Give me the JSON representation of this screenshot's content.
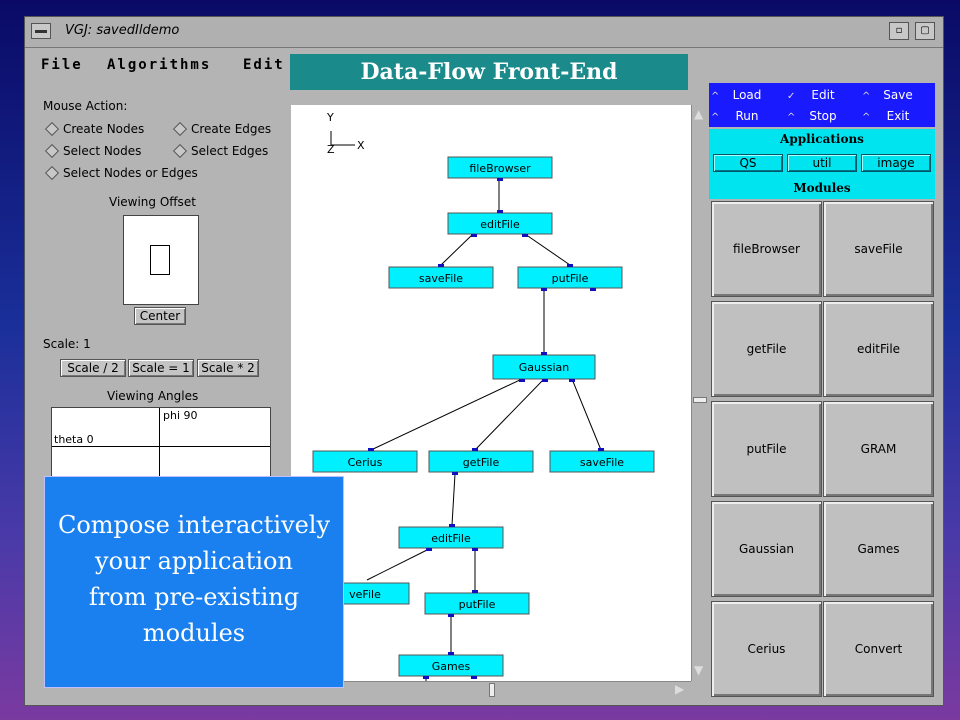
{
  "window": {
    "title": "VGJ:  savedIldemo"
  },
  "menubar": {
    "items": [
      "File",
      "Algorithms",
      "Edit"
    ]
  },
  "left_panel": {
    "mouse_action_label": "Mouse Action:",
    "options": [
      {
        "label": "Create Nodes"
      },
      {
        "label": "Create Edges"
      },
      {
        "label": "Select Nodes"
      },
      {
        "label": "Select Edges"
      },
      {
        "label": "Select Nodes or Edges"
      }
    ],
    "viewing_offset_label": "Viewing Offset",
    "center_button": "Center",
    "scale_label": "Scale: 1",
    "scale_buttons": [
      "Scale / 2",
      "Scale = 1",
      "Scale * 2"
    ],
    "viewing_angles_label": "Viewing Angles",
    "phi_label": "phi 90",
    "theta_label": "theta 0"
  },
  "canvas": {
    "axes": {
      "y": "Y",
      "x": "X",
      "z": "Z"
    },
    "nodes": [
      {
        "label": "fileBrowser"
      },
      {
        "label": "editFile"
      },
      {
        "label": "saveFile"
      },
      {
        "label": "putFile"
      },
      {
        "label": "Gaussian"
      },
      {
        "label": "Cerius"
      },
      {
        "label": "getFile"
      },
      {
        "label": "saveFile"
      },
      {
        "label": "editFile"
      },
      {
        "label": "veFile"
      },
      {
        "label": "putFile"
      },
      {
        "label": "Games"
      }
    ]
  },
  "right_panel": {
    "controls": [
      "Load",
      "Edit",
      "Save",
      "Run",
      "Stop",
      "Exit"
    ],
    "applications_header": "Applications",
    "applications": [
      "QS",
      "util",
      "image"
    ],
    "modules_header": "Modules",
    "modules": [
      "fileBrowser",
      "saveFile",
      "getFile",
      "editFile",
      "putFile",
      "GRAM",
      "Gaussian",
      "Games",
      "Cerius",
      "Convert"
    ]
  },
  "banner": {
    "title": "Data-Flow Front-End"
  },
  "callout": {
    "lines": [
      "Compose interactively",
      "your application",
      "from pre-existing",
      "modules"
    ]
  }
}
